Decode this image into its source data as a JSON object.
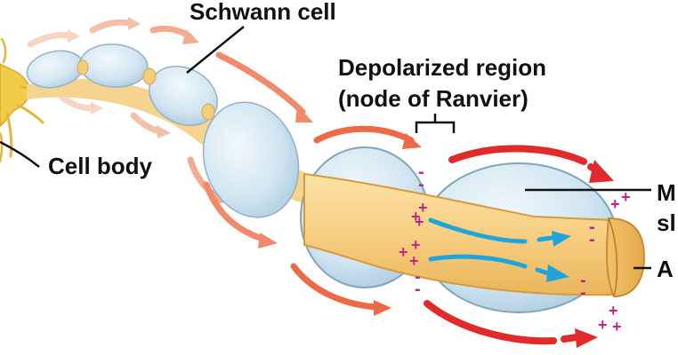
{
  "labels": {
    "schwann_cell": "Schwann cell",
    "depolarized_region": "Depolarized region",
    "node_of_ranvier": "(node of Ranvier)",
    "cell_body": "Cell body",
    "myelin_sheath_line1": "M",
    "myelin_sheath_line2": "sl",
    "axon": "A"
  },
  "charges": {
    "plus": "+",
    "minus": "-"
  },
  "colors": {
    "schwann_sheath": "#d2e6f2",
    "axon": "#f7cf82",
    "current_arrow": "#e12a2a",
    "ion_flow_arrow": "#1fa4dc",
    "charge_sign": "#c0248a",
    "cell_body": "#f1cc4a"
  }
}
